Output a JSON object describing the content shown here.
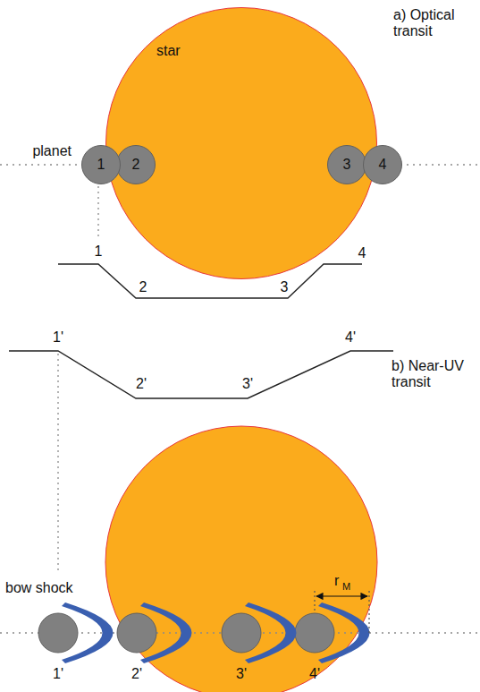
{
  "diagram": {
    "nodes": [
      {
        "text": [
          "star"
        ]
      },
      {
        "text": [
          "1"
        ]
      },
      {
        "text": [
          "2"
        ],
        "in": 0
      },
      {
        "text": [
          "3"
        ],
        "in": 0
      },
      {
        "text": [
          "4"
        ]
      }
    ],
    "labels": [
      "a) Optical transit",
      "planet",
      "1",
      "2",
      "3",
      "4",
      "1'",
      "2'",
      "3'",
      "4'",
      "b) Near-UV transit",
      "bow shock",
      "1'",
      "2'",
      "3'",
      "4'",
      "r",
      "M"
    ]
  }
}
